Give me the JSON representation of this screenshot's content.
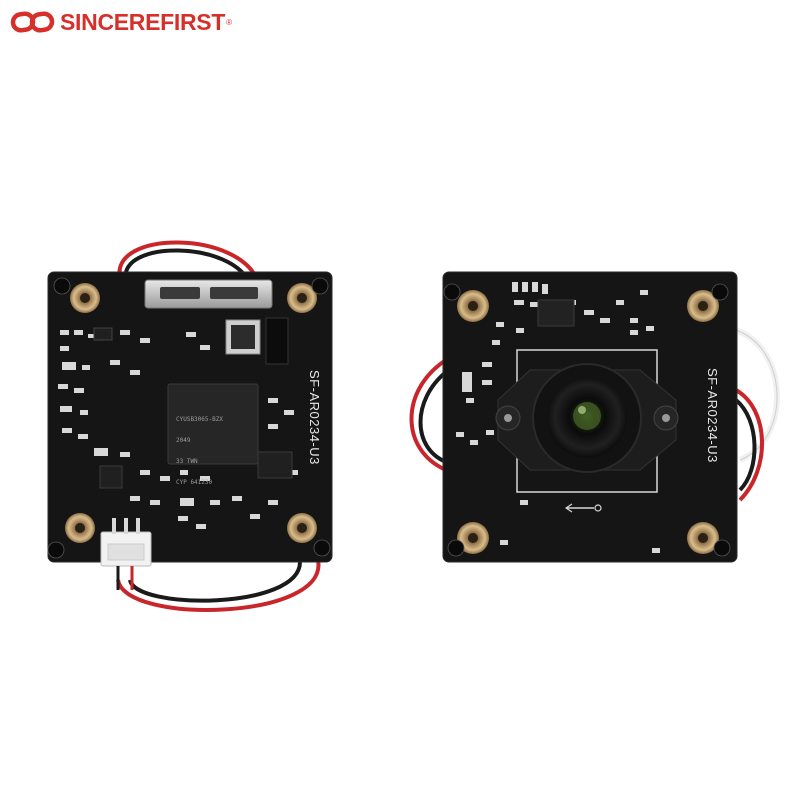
{
  "brand": {
    "name": "SINCEREFIRST",
    "registered_mark": "®",
    "color": "#d72f2a"
  },
  "boards": [
    {
      "side": "back",
      "label": "SF-AR0234-U3",
      "chip_lines": [
        "CYUSB3065-BZX",
        "2049",
        "33 TWN",
        "CYP 641230"
      ]
    },
    {
      "side": "front",
      "label": "SF-AR0234-U3"
    }
  ],
  "colors": {
    "pcb": "#151515",
    "pad": "#c8a877",
    "wire_red": "#c8262b",
    "wire_black": "#1a1a1a",
    "connector": "#f2f2f2"
  }
}
